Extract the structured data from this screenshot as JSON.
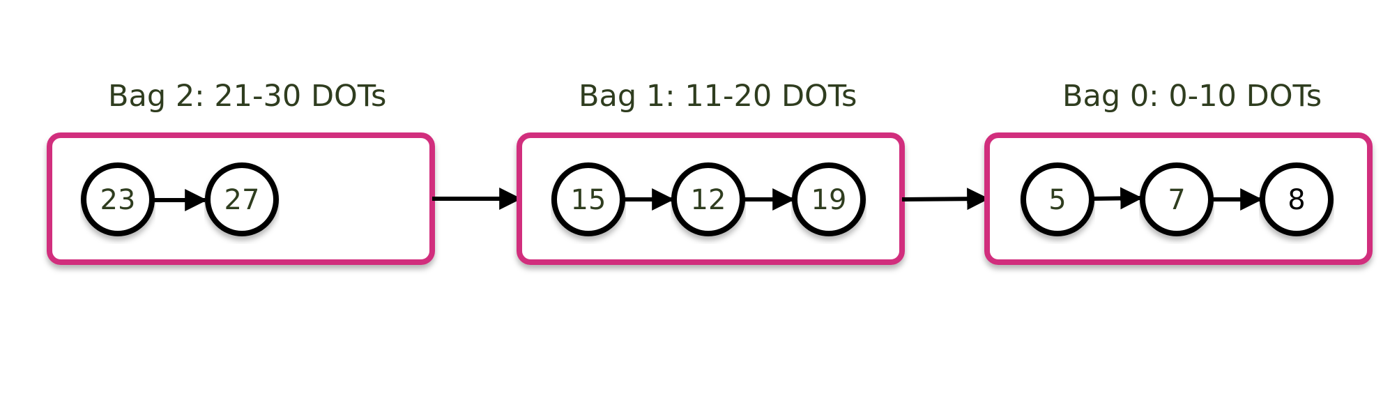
{
  "colors": {
    "bag_border": "#d12f7d",
    "node_border": "#000000",
    "arrow": "#000000",
    "title_text": "#2f3d1f"
  },
  "bags": [
    {
      "title": "Bag 2: 21-30 DOTs",
      "nodes": [
        "23",
        "27"
      ]
    },
    {
      "title": "Bag 1: 11-20 DOTs",
      "nodes": [
        "15",
        "12",
        "19"
      ]
    },
    {
      "title": "Bag 0: 0-10 DOTs",
      "nodes": [
        "5",
        "7",
        "8"
      ]
    }
  ]
}
